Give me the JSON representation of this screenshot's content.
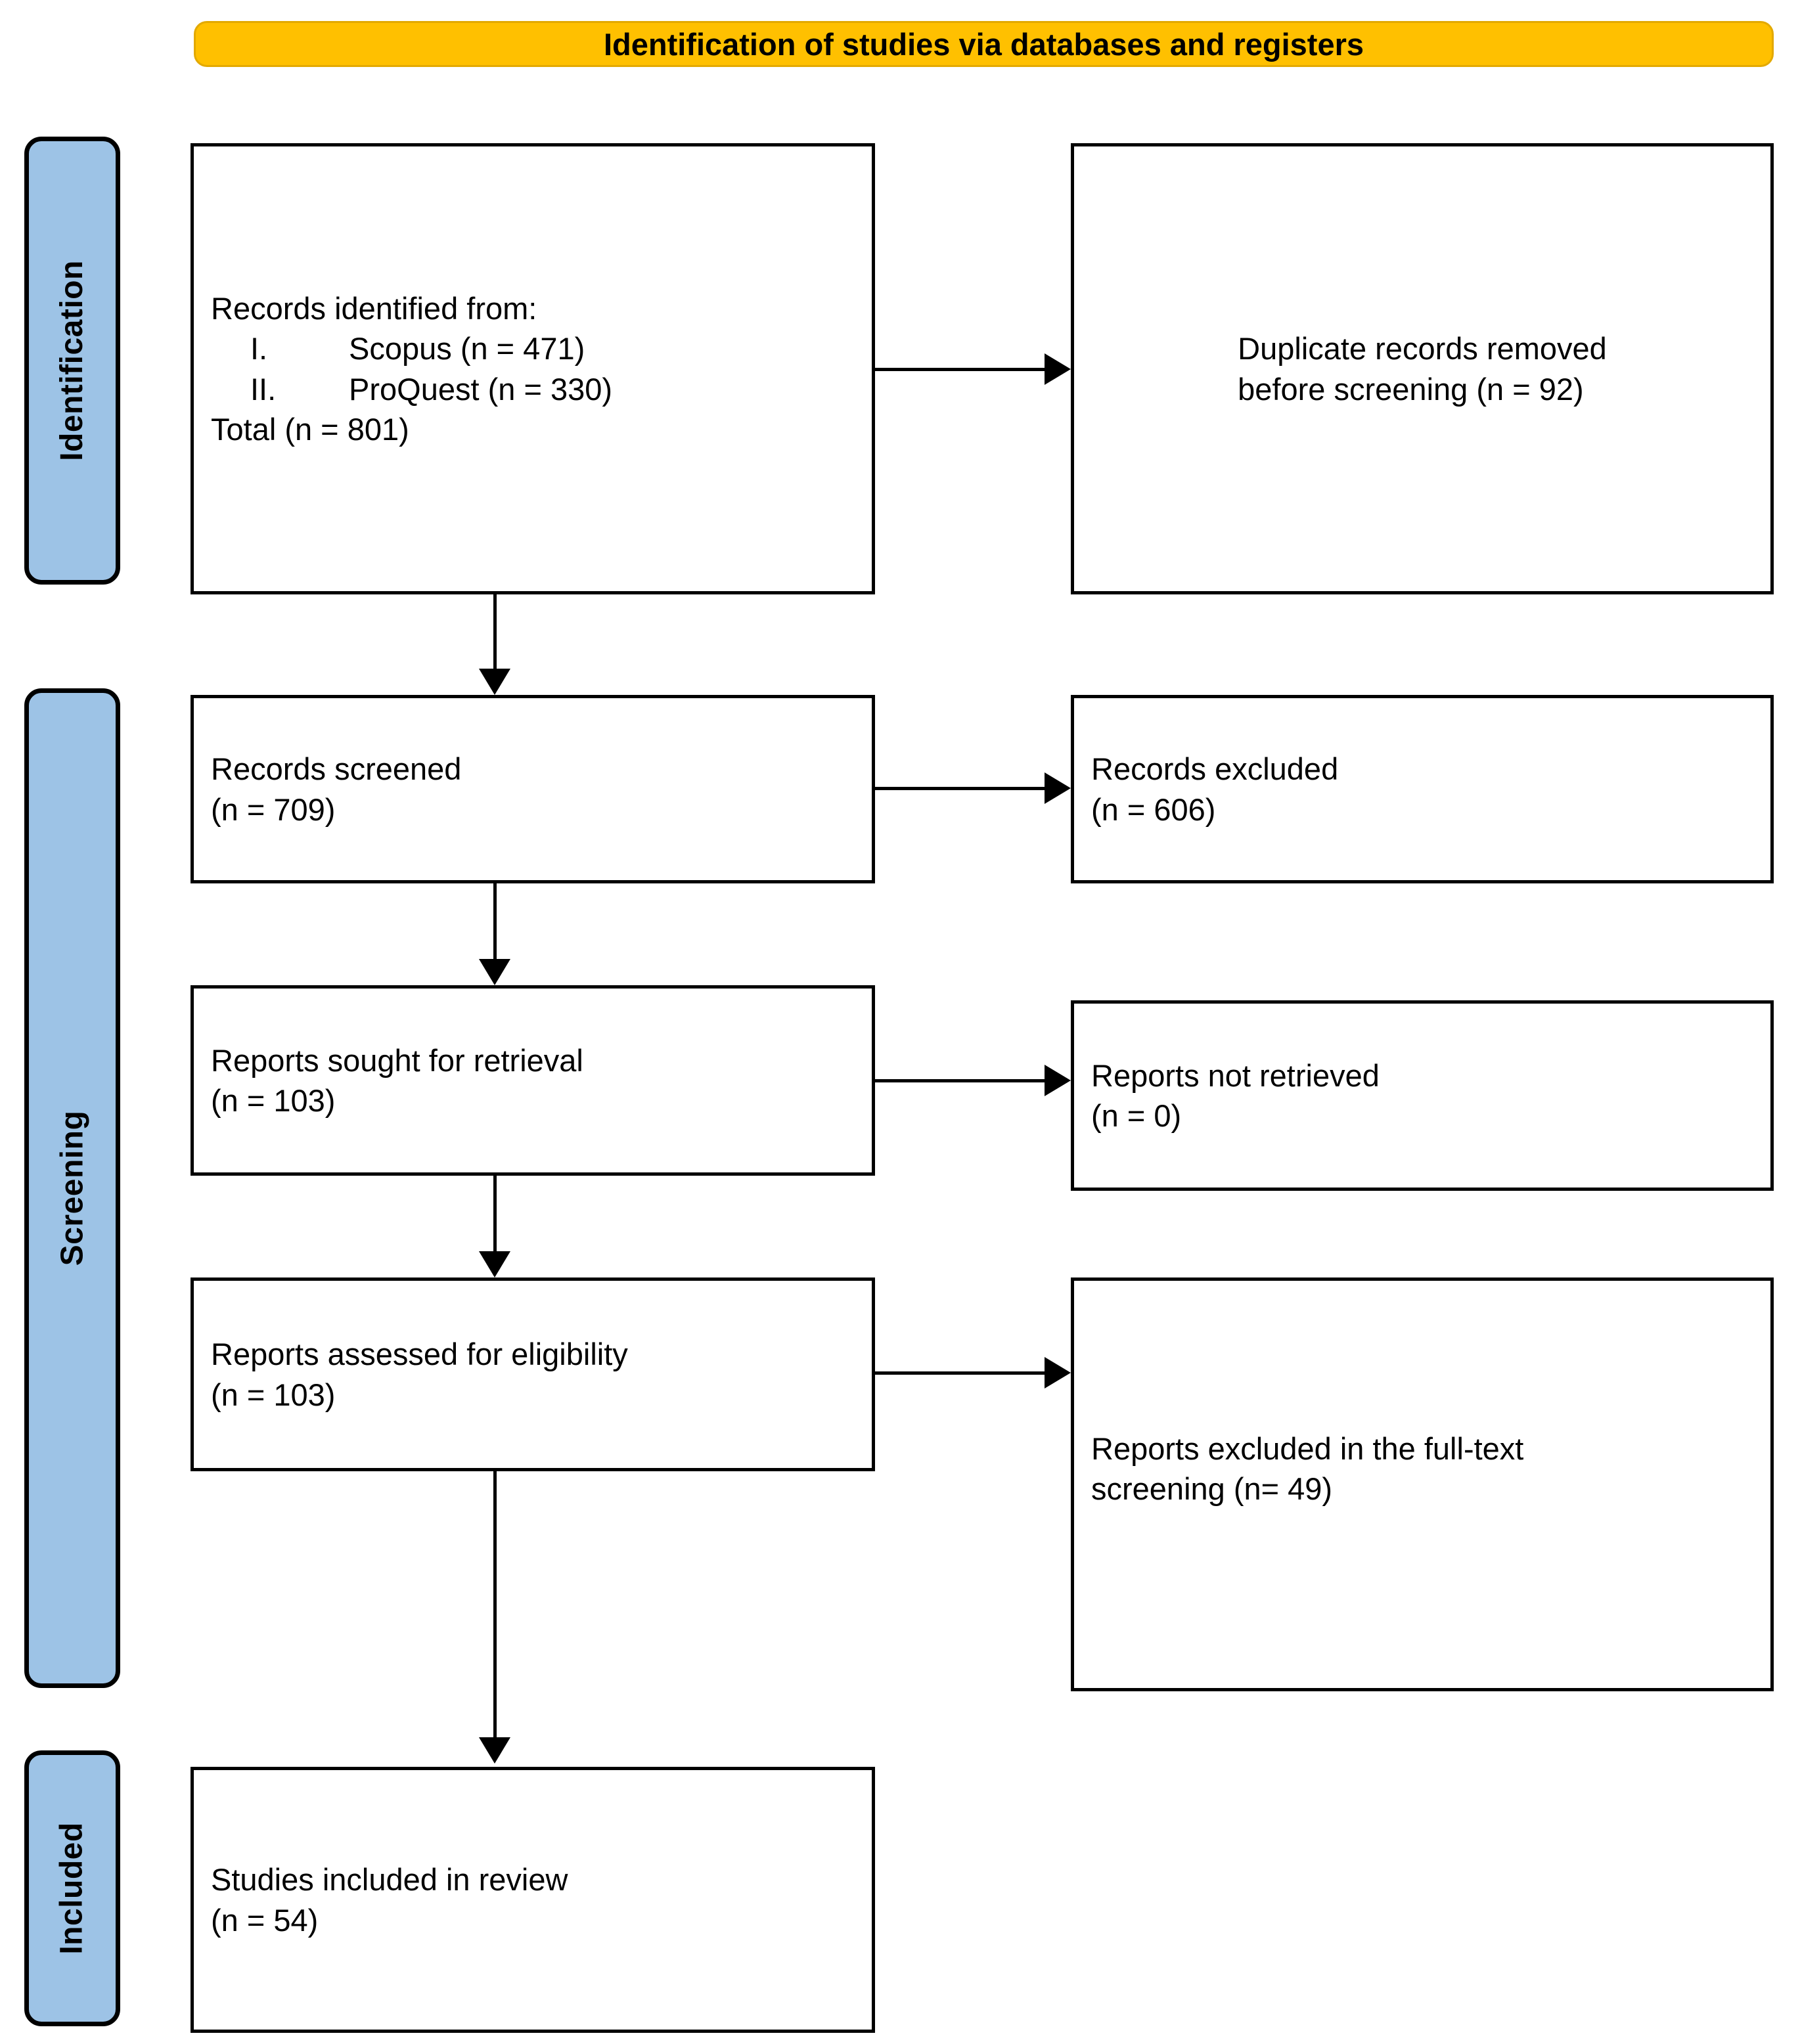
{
  "banner": {
    "title": "Identification of studies via databases and registers",
    "background_color": "#FFC000",
    "border_color": "#E3A900"
  },
  "stages": {
    "color": "#9DC3E6",
    "items": [
      {
        "label": "Identification"
      },
      {
        "label": "Screening"
      },
      {
        "label": "Included"
      }
    ]
  },
  "boxes": {
    "identified": {
      "line1": "Records identified from:",
      "item1_num": "I.",
      "item1_text": "Scopus (n = 471)",
      "item2_num": "II.",
      "item2_text": "ProQuest (n = 330)",
      "line4": "Total (n = 801)"
    },
    "duplicates": {
      "line1": "Duplicate records removed",
      "line2": "before screening (n = 92)"
    },
    "screened": {
      "line1": "Records screened",
      "line2": "(n = 709)"
    },
    "excluded": {
      "line1": "Records excluded",
      "line2": "(n = 606)"
    },
    "sought": {
      "line1": "Reports sought for retrieval",
      "line2": "(n = 103)"
    },
    "not_retrieved": {
      "line1": "Reports not retrieved",
      "line2": "(n = 0)"
    },
    "assessed": {
      "line1": "Reports assessed for eligibility",
      "line2": "(n = 103)"
    },
    "fulltext_excluded": {
      "line1": "Reports excluded in the full-text",
      "line2": "screening (n= 49)"
    },
    "included": {
      "line1": "Studies included in review",
      "line2": "(n = 54)"
    }
  },
  "chart_data": {
    "type": "diagram",
    "title": "Identification of studies via databases and registers",
    "diagram_kind": "PRISMA 2020 flow diagram",
    "stages": [
      "Identification",
      "Screening",
      "Included"
    ],
    "nodes": [
      {
        "id": "identified",
        "stage": "Identification",
        "label": "Records identified from: Scopus (n = 471); ProQuest (n = 330); Total (n = 801)",
        "n": 801
      },
      {
        "id": "duplicates",
        "stage": "Identification",
        "label": "Duplicate records removed before screening (n = 92)",
        "n": 92
      },
      {
        "id": "screened",
        "stage": "Screening",
        "label": "Records screened (n = 709)",
        "n": 709
      },
      {
        "id": "excluded",
        "stage": "Screening",
        "label": "Records excluded (n = 606)",
        "n": 606
      },
      {
        "id": "sought",
        "stage": "Screening",
        "label": "Reports sought for retrieval (n = 103)",
        "n": 103
      },
      {
        "id": "not_retrieved",
        "stage": "Screening",
        "label": "Reports not retrieved (n = 0)",
        "n": 0
      },
      {
        "id": "assessed",
        "stage": "Screening",
        "label": "Reports assessed for eligibility (n = 103)",
        "n": 103
      },
      {
        "id": "fulltext_excluded",
        "stage": "Screening",
        "label": "Reports excluded in the full-text screening (n= 49)",
        "n": 49
      },
      {
        "id": "included",
        "stage": "Included",
        "label": "Studies included in review (n = 54)",
        "n": 54
      }
    ],
    "edges": [
      {
        "from": "identified",
        "to": "duplicates",
        "direction": "right"
      },
      {
        "from": "identified",
        "to": "screened",
        "direction": "down"
      },
      {
        "from": "screened",
        "to": "excluded",
        "direction": "right"
      },
      {
        "from": "screened",
        "to": "sought",
        "direction": "down"
      },
      {
        "from": "sought",
        "to": "not_retrieved",
        "direction": "right"
      },
      {
        "from": "sought",
        "to": "assessed",
        "direction": "down"
      },
      {
        "from": "assessed",
        "to": "fulltext_excluded",
        "direction": "right"
      },
      {
        "from": "assessed",
        "to": "included",
        "direction": "down"
      }
    ],
    "sources": [
      {
        "name": "Scopus",
        "records": 471
      },
      {
        "name": "ProQuest",
        "records": 330
      }
    ]
  }
}
